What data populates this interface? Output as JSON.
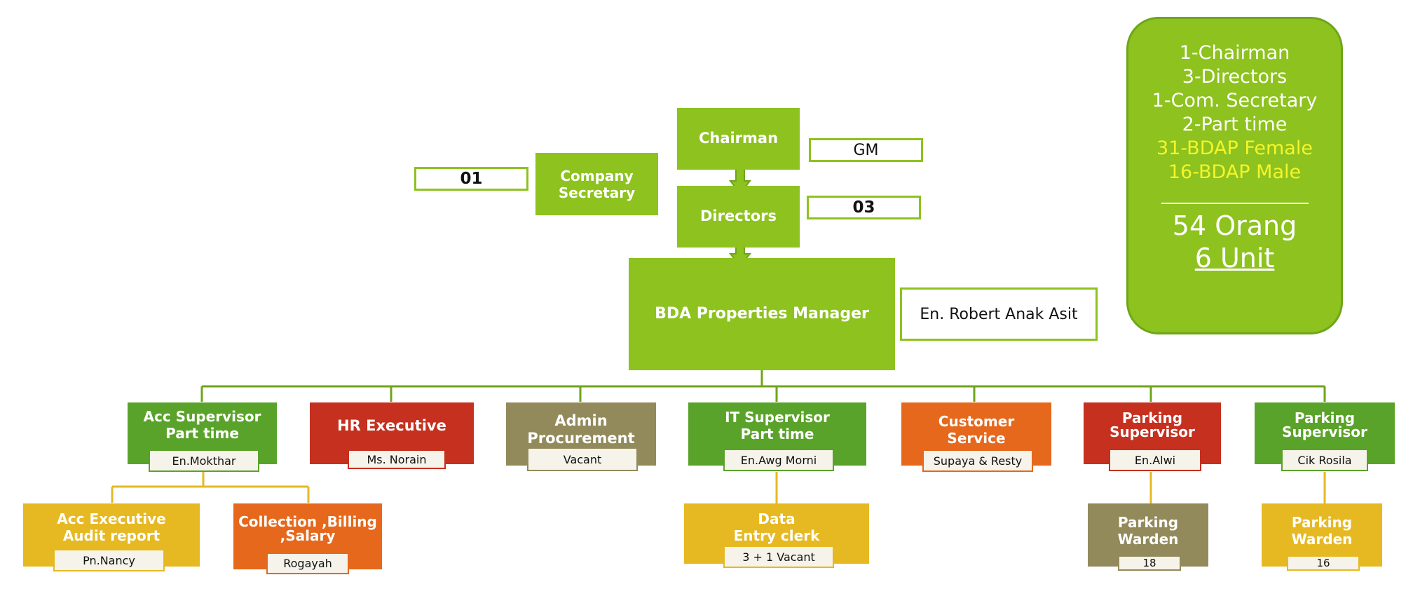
{
  "top": {
    "chairman": "Chairman",
    "directors": "Directors",
    "company_secretary": "Company Secretary",
    "manager": "BDA Properties Manager",
    "gm_box": "GM",
    "directors_count": "03",
    "secretary_count": "01",
    "manager_name": "En. Robert Anak Asit"
  },
  "summary": {
    "lines": [
      "1-Chairman",
      "3-Directors",
      "1-Com. Secretary",
      "2-Part time"
    ],
    "highlight_lines": [
      "31-BDAP Female",
      "16-BDAP Male"
    ],
    "total_people": "54 Orang",
    "total_units": "6 Unit"
  },
  "units": [
    {
      "title": [
        "Acc Supervisor",
        "Part time"
      ],
      "name": "En.Mokthar"
    },
    {
      "title": [
        "HR Executive"
      ],
      "name": "Ms. Norain"
    },
    {
      "title": [
        "Admin",
        "Procurement"
      ],
      "name": "Vacant"
    },
    {
      "title": [
        "IT Supervisor",
        "Part time"
      ],
      "name": "En.Awg Morni"
    },
    {
      "title": [
        "Customer",
        "Service"
      ],
      "name": "Supaya & Resty"
    },
    {
      "title": [
        "Parking",
        "Supervisor"
      ],
      "name": "En.Alwi"
    },
    {
      "title": [
        "Parking",
        "Supervisor"
      ],
      "name": "Cik Rosila"
    }
  ],
  "sub_units": [
    {
      "title": [
        "Acc Executive",
        "Audit report"
      ],
      "name": "Pn.Nancy"
    },
    {
      "title": [
        "Collection ,Billing",
        ",Salary"
      ],
      "name": "Rogayah"
    },
    {
      "title": [
        "Data",
        "Entry clerk"
      ],
      "name": "3 + 1 Vacant"
    },
    {
      "title": [
        "Parking",
        "Warden"
      ],
      "name": "18"
    },
    {
      "title": [
        "Parking",
        "Warden"
      ],
      "name": "16"
    }
  ],
  "colors": {
    "green": "#8dc21f",
    "dark_green": "#5aa32a",
    "red": "#c5301f",
    "olive": "#938a5c",
    "orange": "#e5681c",
    "yellow": "#e6b923",
    "highlight": "#f5f52a"
  }
}
